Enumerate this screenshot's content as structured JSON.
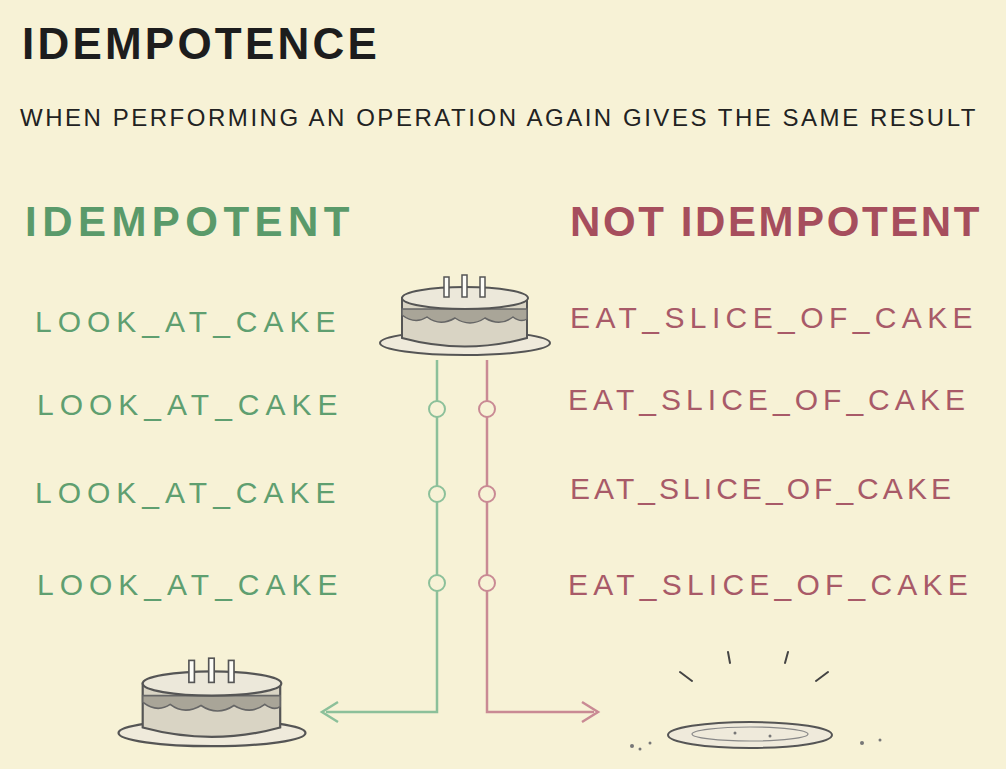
{
  "diagram": {
    "title": "IDEMPOTENCE",
    "labels": [
      "WHEN PERFORMING AN OPERATION AGAIN GIVES THE SAME RESULT",
      "IDEMPOTENT",
      "NOT IDEMPOTENT",
      "LOOK_AT_CAKE",
      "EAT_SLICE_OF_CAKE",
      "LOOK_AT_CAKE",
      "EAT_SLICE_OF_CAKE",
      "LOOK_AT_CAKE",
      "EAT_SLICE_OF_CAKE",
      "LOOK_AT_CAKE",
      "EAT_SLICE_OF_CAKE"
    ]
  }
}
